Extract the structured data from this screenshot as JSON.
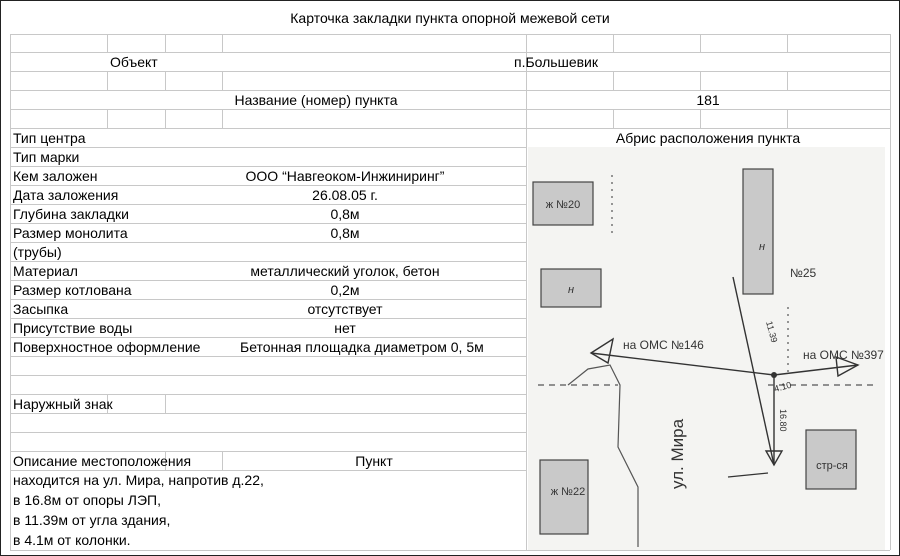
{
  "title": "Карточка закладки пункта опорной межевой сети",
  "object": {
    "label": "Объект",
    "value": "п.Большевик"
  },
  "point_name": {
    "label": "Название (номер) пункта",
    "value": "181"
  },
  "sketch_title": "Абрис расположения пункта",
  "fields": {
    "center_type": {
      "label": "Тип центра",
      "value": ""
    },
    "mark_type": {
      "label": "Тип марки",
      "value": ""
    },
    "laid_by": {
      "label": "Кем заложен",
      "value": "ООО “Навгеоком-Инжиниринг”"
    },
    "date": {
      "label": "Дата заложения",
      "value": "26.08.05 г."
    },
    "depth": {
      "label": "Глубина закладки",
      "value": "0,8м"
    },
    "monolith": {
      "label": "Размер монолита",
      "label2": "(трубы)",
      "value": "0,8м"
    },
    "material": {
      "label": "Материал",
      "value": "металлический уголок, бетон"
    },
    "pit": {
      "label": "Размер котлована",
      "value": "0,2м"
    },
    "backfill": {
      "label": "Засыпка",
      "value": "отсутствует"
    },
    "water": {
      "label": "Присутствие воды",
      "value": "нет"
    },
    "surface": {
      "label": "Поверхностное оформление",
      "value": "Бетонная площадка диаметром 0, 5м"
    },
    "outer_sign": {
      "label": "Наружный знак",
      "value": ""
    }
  },
  "location": {
    "label": "Описание местоположения",
    "header_word": "Пункт",
    "lines": [
      "находится на ул. Мира, напротив д.22,",
      "в 16.8м от опоры ЛЭП,",
      "в 11.39м от угла здания,",
      "в 4.1м от колонки."
    ]
  },
  "sketch": {
    "buildings": {
      "b20": "ж №20",
      "bn_left": "н",
      "bn_top": "н",
      "b25": "№25",
      "b22": "ж №22",
      "bstr": "стр-ся"
    },
    "oms_left": "на ОМС №146",
    "oms_right": "на ОМС №397",
    "street": "ул. Мира",
    "dist_1139": "11.39",
    "dist_410": "4.10",
    "dist_1680": "16.80"
  }
}
